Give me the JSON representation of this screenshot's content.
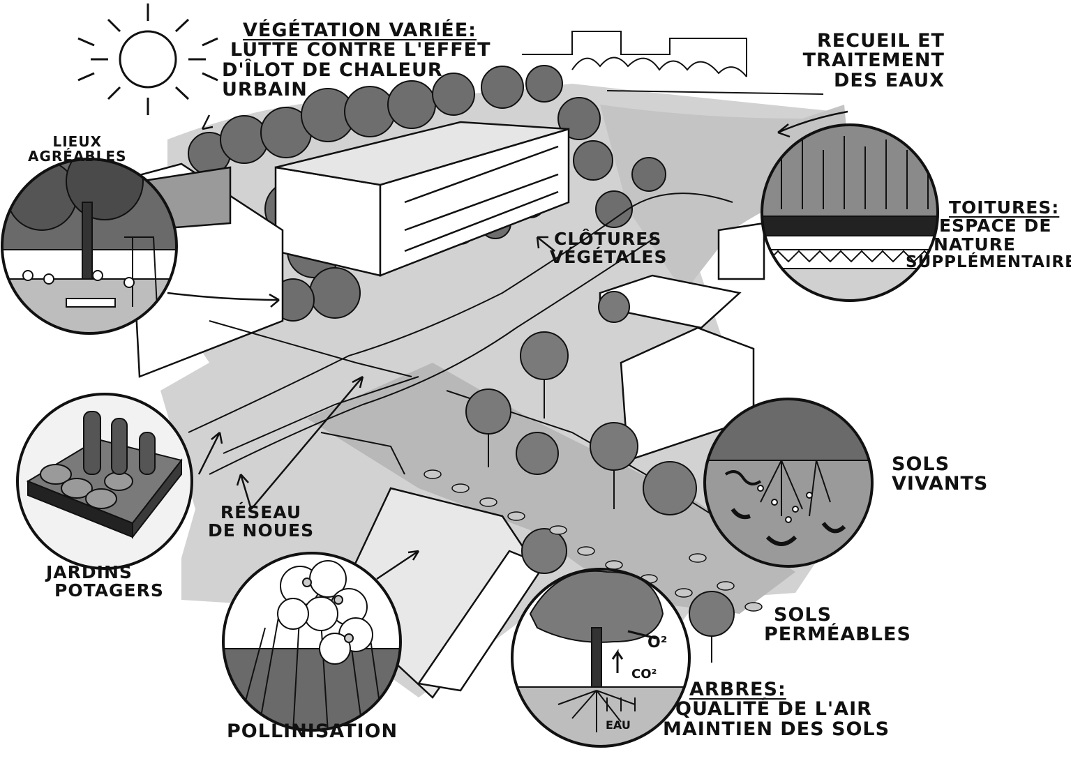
{
  "labels": {
    "vegetation": {
      "title": "Végétation variée:",
      "line1": "Lutte contre l'effet",
      "line2": "d'îlot de chaleur",
      "line3": "urbain"
    },
    "eaux": {
      "line1": "Recueil et",
      "line2": "traitement",
      "line3": "des eaux"
    },
    "lieux": {
      "line1": "Lieux",
      "line2": "agréables"
    },
    "toitures": {
      "title": "Toitures:",
      "line1": "Espace de",
      "line2": "nature",
      "line3": "supplémentaire"
    },
    "clotures": {
      "line1": "Clôtures",
      "line2": "végétales"
    },
    "sols_vivants": {
      "line1": "Sols",
      "line2": "vivants"
    },
    "reseau": {
      "line1": "Réseau",
      "line2": "de noues"
    },
    "jardins": {
      "line1": "Jardins",
      "line2": "potagers"
    },
    "sols_permeables": {
      "line1": "Sols",
      "line2": "perméables"
    },
    "pollinisation": {
      "line1": "Pollinisation"
    },
    "arbres": {
      "title": "Arbres:",
      "line1": "Qualité de l'air",
      "line2": "maintien des sols"
    },
    "inset_o2": "O²",
    "inset_co2": "CO²",
    "inset_eau": "EAU"
  },
  "colors": {
    "ink": "#111111",
    "grey_light": "#d4d4d4",
    "grey_mid": "#a9a9a9",
    "grey_dark": "#6e6e6e",
    "paper": "#ffffff"
  }
}
